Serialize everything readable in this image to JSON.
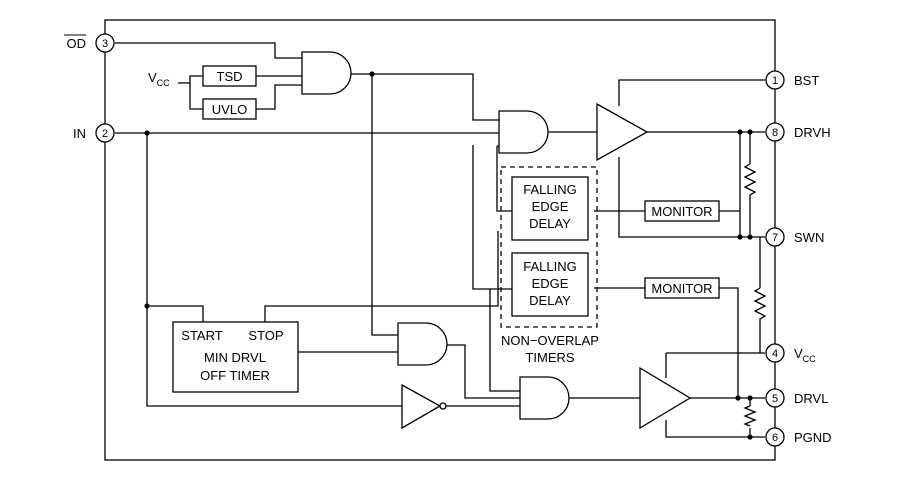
{
  "pins": {
    "od": {
      "num": "3",
      "name": "OD"
    },
    "in": {
      "num": "2",
      "name": "IN"
    },
    "bst": {
      "num": "1",
      "name": "BST"
    },
    "drvh": {
      "num": "8",
      "name": "DRVH"
    },
    "swn": {
      "num": "7",
      "name": "SWN"
    },
    "vcc": {
      "num": "4",
      "name": "V",
      "sub": "CC"
    },
    "drvl": {
      "num": "5",
      "name": "DRVL"
    },
    "pgnd": {
      "num": "6",
      "name": "PGND"
    }
  },
  "vcc_label": {
    "name": "V",
    "sub": "CC"
  },
  "blocks": {
    "tsd": "TSD",
    "uvlo": "UVLO",
    "falling_edge_1": [
      "FALLING",
      "EDGE",
      "DELAY"
    ],
    "falling_edge_2": [
      "FALLING",
      "EDGE",
      "DELAY"
    ],
    "monitor_1": "MONITOR",
    "monitor_2": "MONITOR",
    "timer_start": "START",
    "timer_stop": "STOP",
    "timer_name": [
      "MIN DRVL",
      "OFF TIMER"
    ]
  },
  "non_overlap_label": [
    "NON−OVERLAP",
    "TIMERS"
  ]
}
